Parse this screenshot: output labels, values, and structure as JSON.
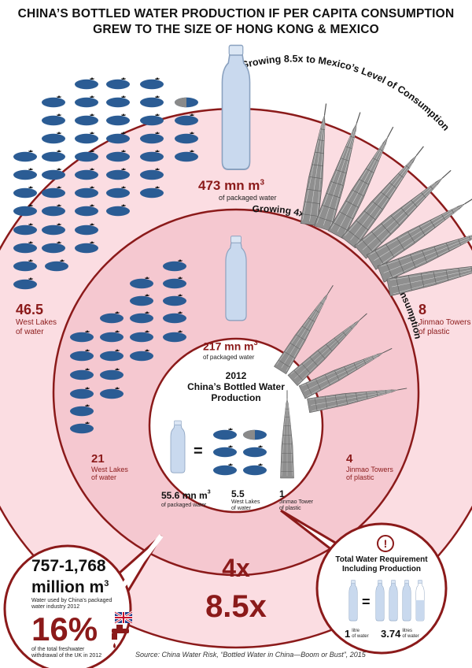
{
  "title": {
    "line1": "CHINA’S BOTTLED WATER PRODUCTION IF PER CAPITA CONSUMPTION",
    "line2": "GREW TO THE SIZE OF HONG KONG & MEXICO"
  },
  "outer_ring": {
    "arc_label": "Growing 8.5x to Mexico’s Level of Consumption",
    "volume_value": "473 mn m",
    "volume_sup": "3",
    "volume_caption": "of packaged water",
    "lakes_value": "46.5",
    "lakes_caption_1": "West Lakes",
    "lakes_caption_2": "of water",
    "towers_value": "8",
    "towers_caption_1": "Jinmao Towers",
    "towers_caption_2": "of plastic",
    "multiplier": "8.5x"
  },
  "middle_ring": {
    "arc_label": "Growing 4x to Hong Kong’s Level of Consumption",
    "volume_value": "217 mn m",
    "volume_sup": "3",
    "volume_caption": "of packaged water",
    "lakes_value": "21",
    "lakes_caption_1": "West Lakes",
    "lakes_caption_2": "of water",
    "towers_value": "4",
    "towers_caption_1": "Jinmao Towers",
    "towers_caption_2": "of plastic",
    "multiplier": "4x"
  },
  "center": {
    "year": "2012",
    "heading_1": "China’s Bottled Water",
    "heading_2": "Production",
    "equals": "=",
    "volume_value": "55.6 mn m",
    "volume_sup": "3",
    "volume_caption": "of packaged water",
    "lakes_value": "5.5",
    "lakes_caption_1": "West Lakes",
    "lakes_caption_2": "of water",
    "towers_value": "1",
    "towers_caption_1": "Jinmao Tower",
    "towers_caption_2": "of plastic"
  },
  "left_bubble": {
    "range_value": "757-1,768",
    "unit_value": "million m",
    "unit_sup": "3",
    "caption_1": "Water used by China’s packaged",
    "caption_2": "water industry 2012",
    "percent": "16%",
    "pct_caption_1": "of the total freshwater",
    "pct_caption_2": "withdrawal of the UK in 2012"
  },
  "right_bubble": {
    "alert_glyph": "!",
    "heading_1": "Total Water Requirement",
    "heading_2": "Including Production",
    "equals": "=",
    "left_value": "1",
    "left_caption_1": "litre",
    "left_caption_2": "of water",
    "right_value": "3.74",
    "right_caption_1": "litres",
    "right_caption_2": "of water"
  },
  "source": "Source: China Water Risk, “Bottled Water in China—Boom or Bust”, 2015",
  "colors": {
    "outer_ring": "#fbdde2",
    "middle_ring": "#f5c8d0",
    "ring_stroke": "#8b1a1a",
    "accent_dark_red": "#8b1a1a",
    "lake_blue": "#2b5c94",
    "bottle_blue": "#c9d9ee",
    "tower_gray": "#9b9b9b"
  },
  "icons": {
    "lake": "lake-icon",
    "bottle": "water-bottle-icon",
    "tower": "jinmao-tower-icon",
    "flag": "uk-flag-icon",
    "tap": "water-tap-icon",
    "alert": "alert-icon"
  }
}
